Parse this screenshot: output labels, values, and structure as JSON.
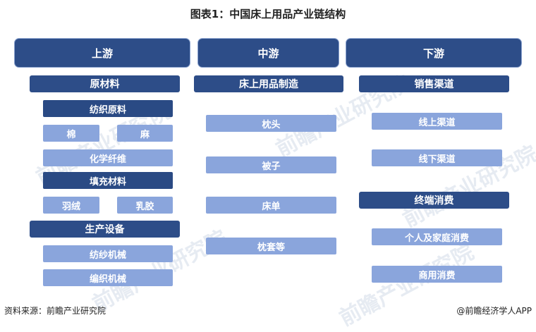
{
  "title": "图表1：中国床上用品产业链结构",
  "upstream": {
    "stage_label": "上游",
    "category": "原材料",
    "raw": {
      "label": "纺织原料",
      "cotton": "棉",
      "hemp": "麻",
      "fiber": "化学纤维"
    },
    "filling": {
      "label": "填充材料",
      "feather": "羽绒",
      "latex": "乳胶"
    },
    "equipment": {
      "label": "生产设备",
      "spinning": "纺纱机械",
      "weaving": "编织机械"
    }
  },
  "midstream": {
    "stage_label": "中游",
    "category": "床上用品制造",
    "items": [
      "枕头",
      "被子",
      "床单",
      "枕套等"
    ]
  },
  "downstream": {
    "stage_label": "下游",
    "category": "销售渠道",
    "channels": [
      "线上渠道",
      "线下渠道"
    ],
    "terminal": {
      "label": "终端消费",
      "items": [
        "个人及家庭消费",
        "商用消费"
      ]
    }
  },
  "footer": {
    "source": "资料来源：前瞻产业研究院",
    "credit": "@前瞻经济学人APP"
  },
  "watermark_text": "前瞻产业研究院"
}
